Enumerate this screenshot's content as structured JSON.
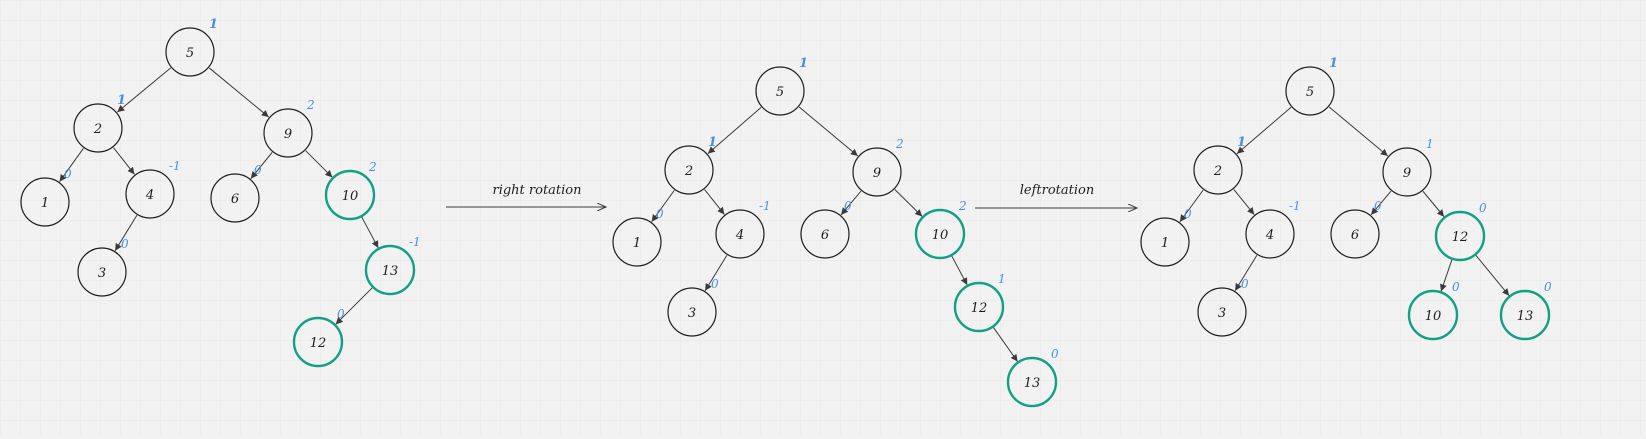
{
  "colors": {
    "background": "#f2f2f2",
    "grid": "#e6e6e6",
    "node_stroke": "#1e1e1e",
    "highlight_stroke": "#12a085",
    "balance_text": "#4a90e2",
    "edge": "#3a3a3a"
  },
  "trees": [
    {
      "nodes": [
        {
          "id": "5",
          "label": "5",
          "balance": "1",
          "bold": true,
          "highlight": false
        },
        {
          "id": "2",
          "label": "2",
          "balance": "1",
          "bold": true,
          "highlight": false
        },
        {
          "id": "9",
          "label": "9",
          "balance": "2",
          "bold": false,
          "highlight": false
        },
        {
          "id": "1",
          "label": "1",
          "balance": "0",
          "bold": false,
          "highlight": false
        },
        {
          "id": "4",
          "label": "4",
          "balance": "-1",
          "bold": false,
          "highlight": false
        },
        {
          "id": "3",
          "label": "3",
          "balance": "0",
          "bold": false,
          "highlight": false
        },
        {
          "id": "6",
          "label": "6",
          "balance": "0",
          "bold": false,
          "highlight": false
        },
        {
          "id": "10",
          "label": "10",
          "balance": "2",
          "bold": false,
          "highlight": true
        },
        {
          "id": "13",
          "label": "13",
          "balance": "-1",
          "bold": false,
          "highlight": true
        },
        {
          "id": "12",
          "label": "12",
          "balance": "0",
          "bold": false,
          "highlight": true
        }
      ],
      "edges": [
        [
          "5",
          "2"
        ],
        [
          "5",
          "9"
        ],
        [
          "2",
          "1"
        ],
        [
          "2",
          "4"
        ],
        [
          "4",
          "3"
        ],
        [
          "9",
          "6"
        ],
        [
          "9",
          "10"
        ],
        [
          "10",
          "13"
        ],
        [
          "13",
          "12"
        ]
      ]
    },
    {
      "nodes": [
        {
          "id": "5",
          "label": "5",
          "balance": "1",
          "bold": true,
          "highlight": false
        },
        {
          "id": "2",
          "label": "2",
          "balance": "1",
          "bold": true,
          "highlight": false
        },
        {
          "id": "9",
          "label": "9",
          "balance": "2",
          "bold": false,
          "highlight": false
        },
        {
          "id": "1",
          "label": "1",
          "balance": "0",
          "bold": false,
          "highlight": false
        },
        {
          "id": "4",
          "label": "4",
          "balance": "-1",
          "bold": false,
          "highlight": false
        },
        {
          "id": "3",
          "label": "3",
          "balance": "0",
          "bold": false,
          "highlight": false
        },
        {
          "id": "6",
          "label": "6",
          "balance": "0",
          "bold": false,
          "highlight": false
        },
        {
          "id": "10",
          "label": "10",
          "balance": "2",
          "bold": false,
          "highlight": true
        },
        {
          "id": "12",
          "label": "12",
          "balance": "1",
          "bold": false,
          "highlight": true
        },
        {
          "id": "13",
          "label": "13",
          "balance": "0",
          "bold": false,
          "highlight": true
        }
      ],
      "edges": [
        [
          "5",
          "2"
        ],
        [
          "5",
          "9"
        ],
        [
          "2",
          "1"
        ],
        [
          "2",
          "4"
        ],
        [
          "4",
          "3"
        ],
        [
          "9",
          "6"
        ],
        [
          "9",
          "10"
        ],
        [
          "10",
          "12"
        ],
        [
          "12",
          "13"
        ]
      ]
    },
    {
      "nodes": [
        {
          "id": "5",
          "label": "5",
          "balance": "1",
          "bold": true,
          "highlight": false
        },
        {
          "id": "2",
          "label": "2",
          "balance": "1",
          "bold": true,
          "highlight": false
        },
        {
          "id": "9",
          "label": "9",
          "balance": "1",
          "bold": false,
          "highlight": false
        },
        {
          "id": "1",
          "label": "1",
          "balance": "0",
          "bold": false,
          "highlight": false
        },
        {
          "id": "4",
          "label": "4",
          "balance": "-1",
          "bold": false,
          "highlight": false
        },
        {
          "id": "3",
          "label": "3",
          "balance": "0",
          "bold": false,
          "highlight": false
        },
        {
          "id": "6",
          "label": "6",
          "balance": "0",
          "bold": false,
          "highlight": false
        },
        {
          "id": "12",
          "label": "12",
          "balance": "0",
          "bold": false,
          "highlight": true
        },
        {
          "id": "10",
          "label": "10",
          "balance": "0",
          "bold": false,
          "highlight": true
        },
        {
          "id": "13",
          "label": "13",
          "balance": "0",
          "bold": false,
          "highlight": true
        }
      ],
      "edges": [
        [
          "5",
          "2"
        ],
        [
          "5",
          "9"
        ],
        [
          "2",
          "1"
        ],
        [
          "2",
          "4"
        ],
        [
          "4",
          "3"
        ],
        [
          "9",
          "6"
        ],
        [
          "9",
          "12"
        ],
        [
          "12",
          "10"
        ],
        [
          "12",
          "13"
        ]
      ]
    }
  ],
  "arrows": [
    {
      "label": "right rotation"
    },
    {
      "label": "leftrotation"
    }
  ]
}
